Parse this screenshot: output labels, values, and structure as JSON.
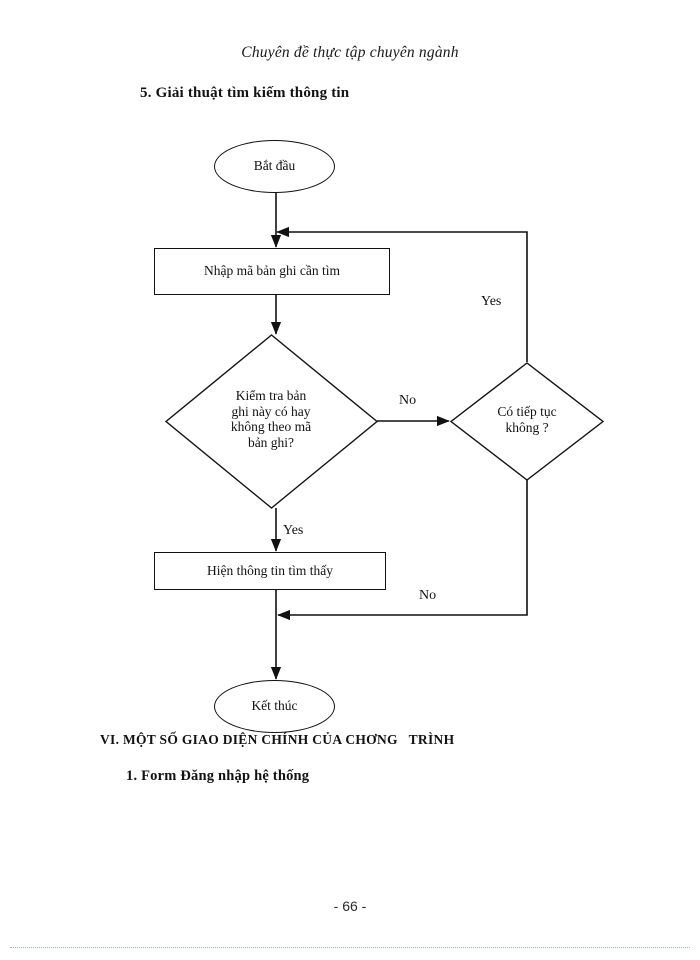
{
  "document": {
    "running_head": "Chuyên đề thực tập chuyên ngành",
    "section_heading": "5. Giải thuật tìm kiếm thông tin",
    "chapter_heading": "VI. MỘT SỐ GIAO DIỆN CHÍNH CỦA CHƠNG   TRÌNH",
    "sub_heading": "1.  Form Đăng nhập hệ thống",
    "page_number": "- 66 -"
  },
  "flowchart": {
    "nodes": {
      "start": {
        "label": "Bắt đầu",
        "shape": "oval"
      },
      "input_code": {
        "label": "Nhập mã bản ghi cần tìm",
        "shape": "rect"
      },
      "check_record": {
        "label": "Kiểm tra bản\nghi này có hay\nkhông  theo mã\nbản ghi?",
        "shape": "diamond"
      },
      "continue_question": {
        "label": "Có tiếp tục\nkhông ?",
        "shape": "diamond"
      },
      "show_info": {
        "label": "Hiện thông tin tìm thấy",
        "shape": "rect"
      },
      "end": {
        "label": "Kết thúc",
        "shape": "oval"
      }
    },
    "edge_labels": {
      "check_no": "No",
      "check_yes": "Yes",
      "continue_yes": "Yes",
      "continue_no": "No"
    },
    "colors": {
      "stroke": "#111111",
      "fill": "#ffffff"
    }
  }
}
